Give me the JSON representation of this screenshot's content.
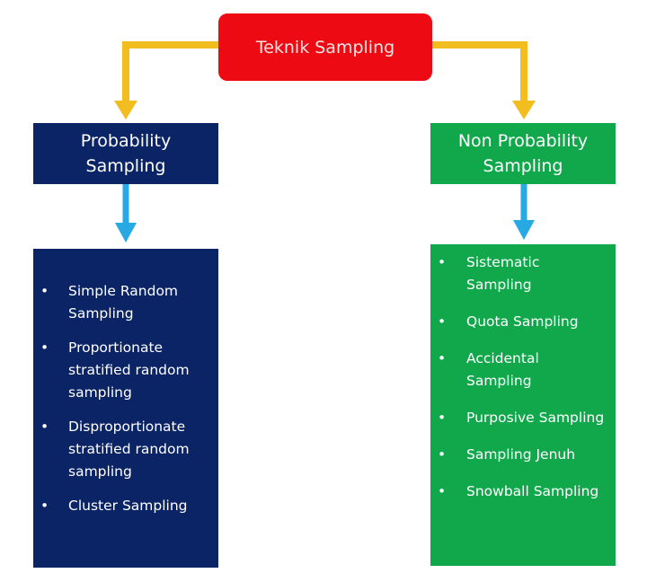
{
  "colors": {
    "root": "#ee0a12",
    "probability": "#0b2465",
    "non_probability": "#11a84c",
    "connector_top": "#f2bd1e",
    "connector_bottom": "#27a9e4",
    "text_light": "#ffffff"
  },
  "root": {
    "label": "Teknik Sampling"
  },
  "probability": {
    "title_line1": "Probability",
    "title_line2": "Sampling",
    "items": [
      {
        "label": "Simple Random Sampling"
      },
      {
        "label": "Proportionate stratified random sampling"
      },
      {
        "label": "Disproportionate stratified random sampling"
      },
      {
        "label": "Cluster Sampling"
      }
    ]
  },
  "non_probability": {
    "title_line1": "Non Probability",
    "title_line2": "Sampling",
    "items": [
      {
        "label": "Sistematic Sampling"
      },
      {
        "label": "Quota Sampling"
      },
      {
        "label": "Accidental Sampling"
      },
      {
        "label": "Purposive Sampling"
      },
      {
        "label": "Sampling Jenuh"
      },
      {
        "label": "Snowball Sampling"
      }
    ]
  },
  "bullet_glyph": "•"
}
